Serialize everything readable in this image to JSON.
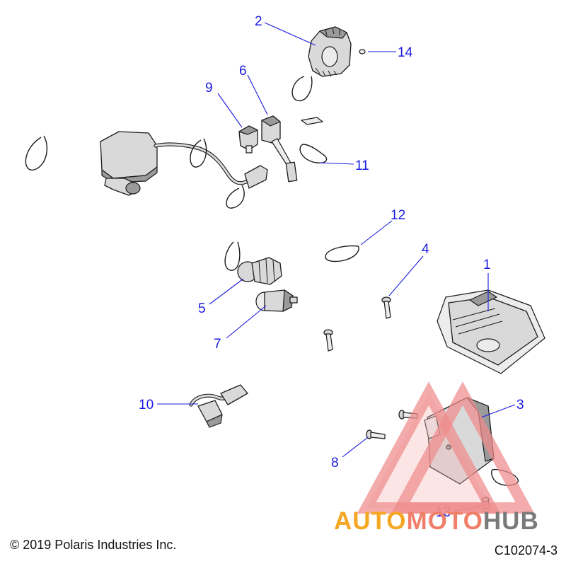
{
  "callouts": [
    {
      "id": "1",
      "label": "1"
    },
    {
      "id": "2",
      "label": "2"
    },
    {
      "id": "3",
      "label": "3"
    },
    {
      "id": "4",
      "label": "4"
    },
    {
      "id": "5",
      "label": "5"
    },
    {
      "id": "6",
      "label": "6"
    },
    {
      "id": "7",
      "label": "7"
    },
    {
      "id": "8",
      "label": "8"
    },
    {
      "id": "9",
      "label": "9"
    },
    {
      "id": "10",
      "label": "10"
    },
    {
      "id": "11",
      "label": "11"
    },
    {
      "id": "12",
      "label": "12"
    },
    {
      "id": "13",
      "label": "13"
    },
    {
      "id": "14",
      "label": "14"
    }
  ],
  "footer": {
    "copyright": "© 2019 Polaris Industries Inc.",
    "figure_code": "C102074-3"
  },
  "watermark": {
    "word_part1": "AUTO",
    "word_part2": "MOTO",
    "word_part3": "HUB",
    "colors": {
      "part1": "#f5a623",
      "part2": "#f07f6a",
      "part3": "#7a7a7a",
      "triangle": "#f08a8a"
    }
  },
  "colors": {
    "callout": "#1a1adf",
    "line_art": "#1b1b1b"
  }
}
